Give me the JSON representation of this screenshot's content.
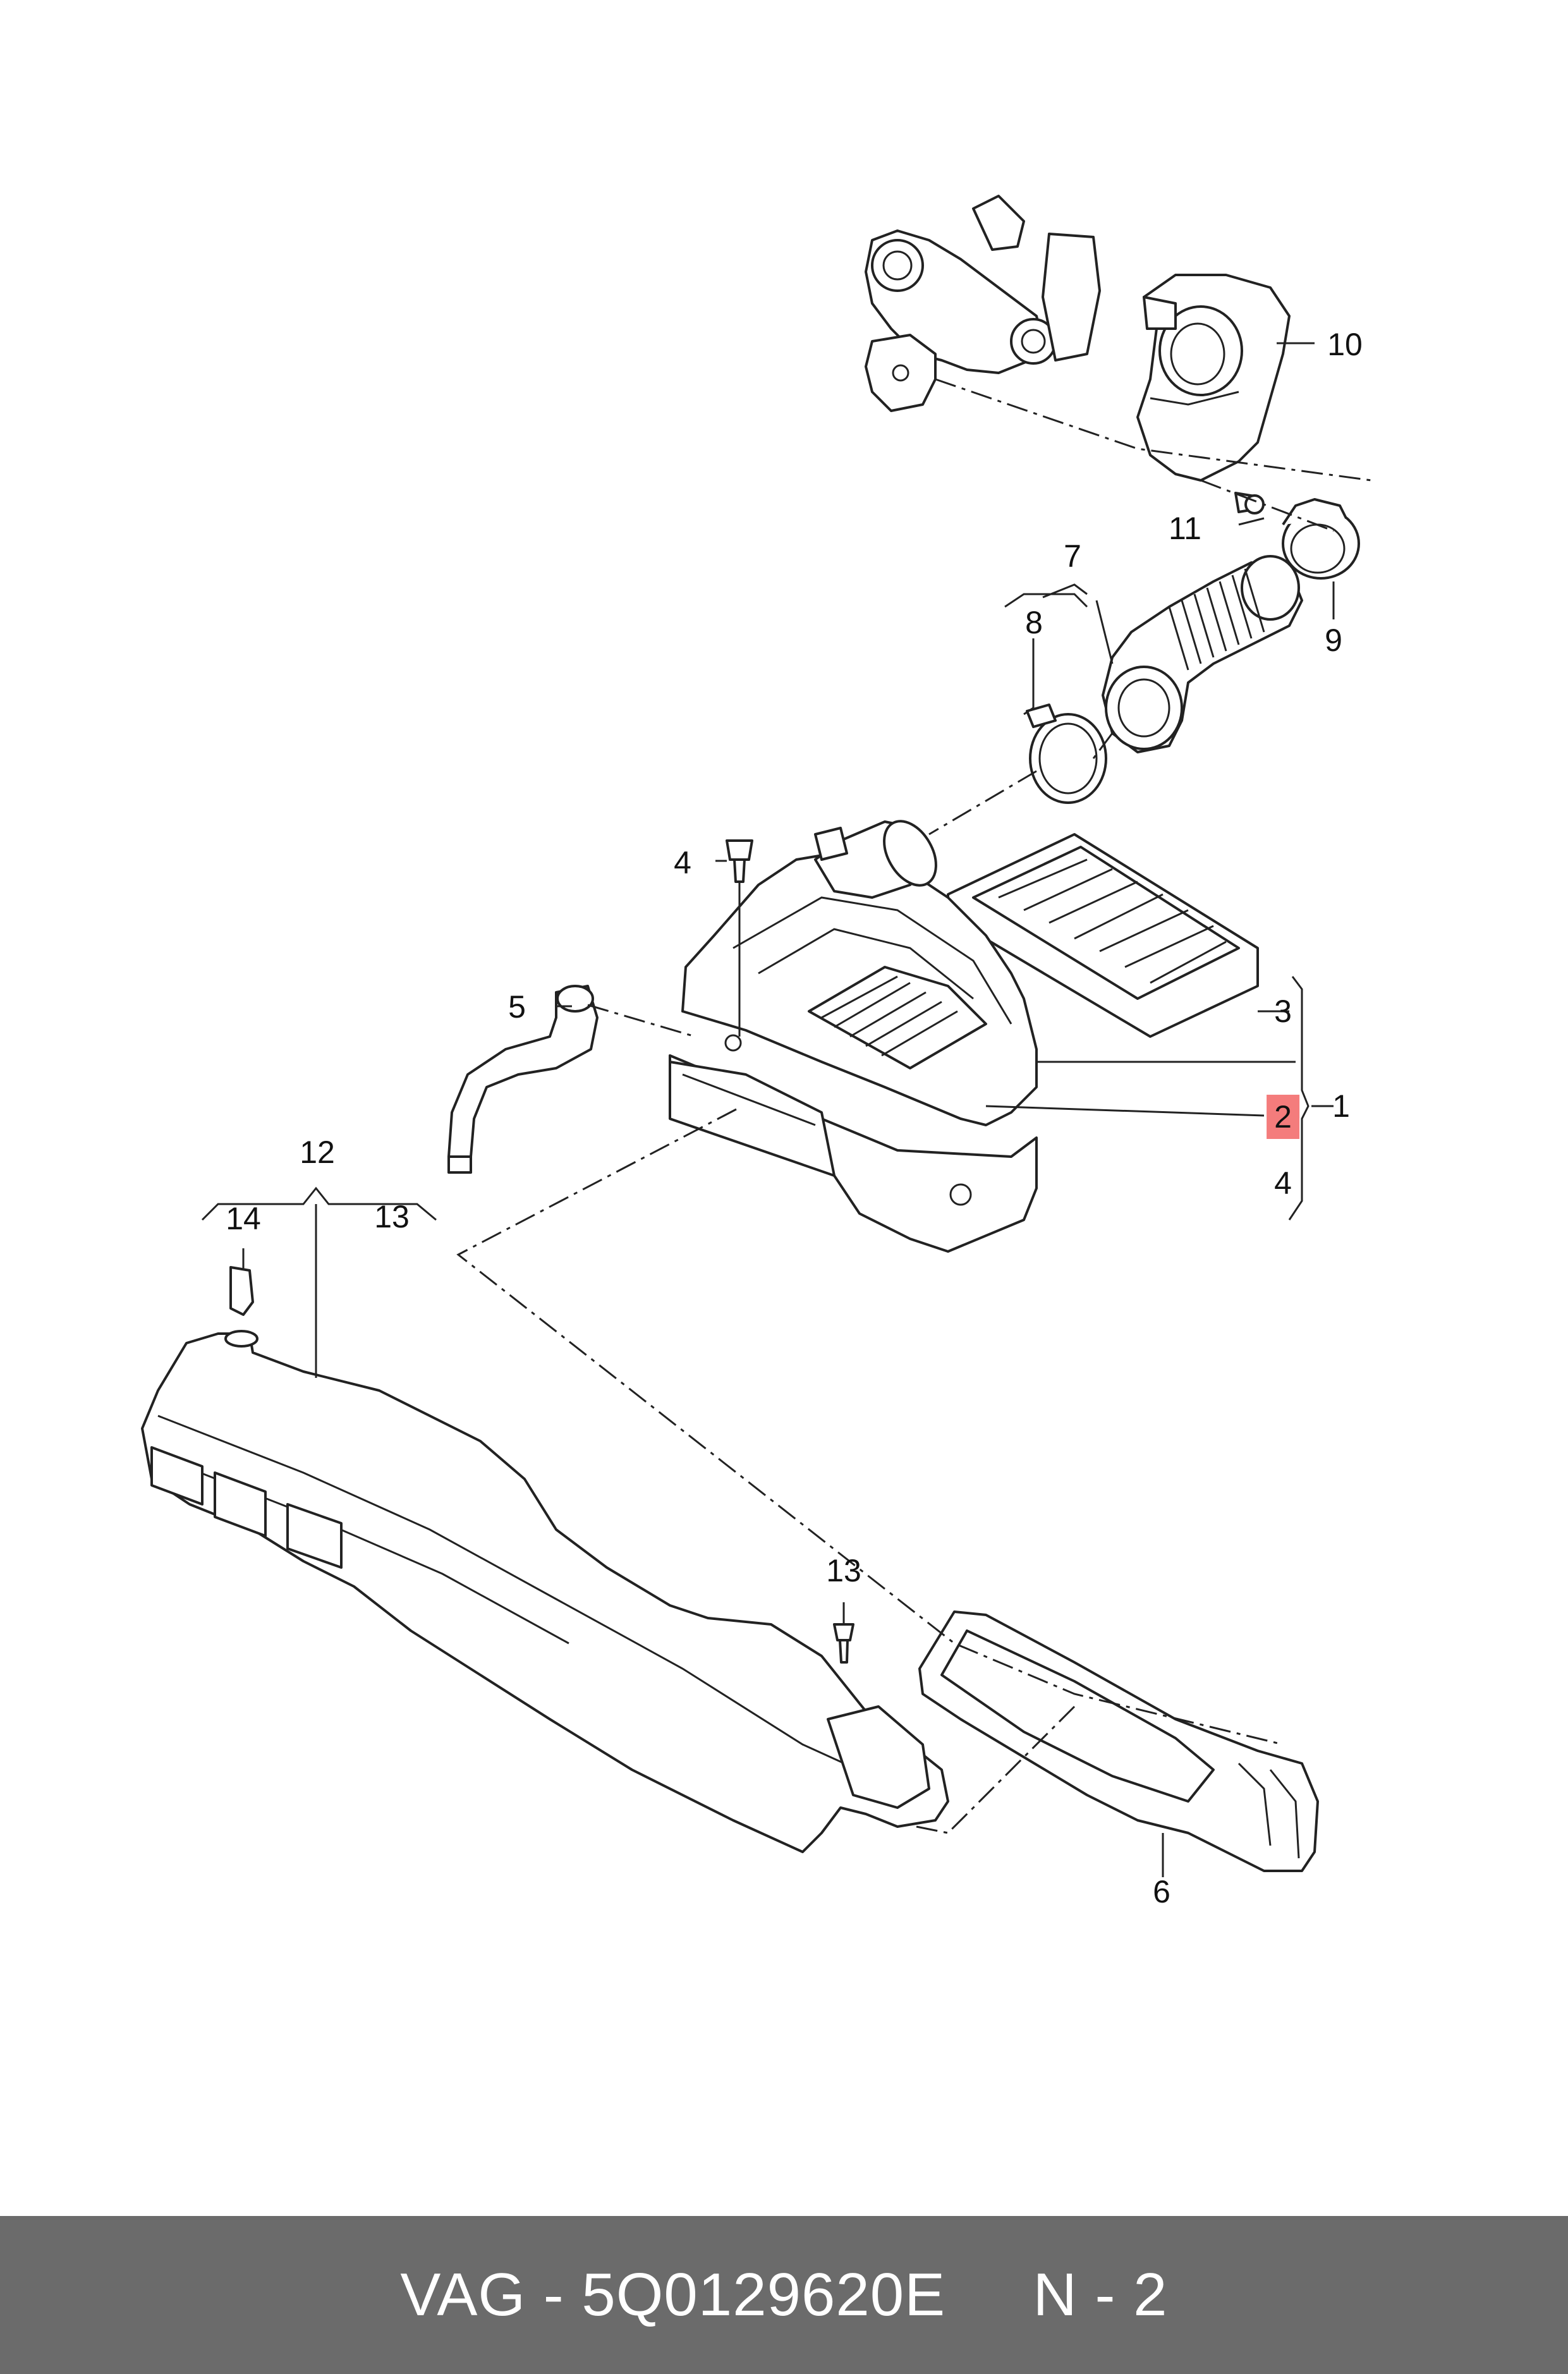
{
  "callouts": {
    "c1": "1",
    "c2": "2",
    "c3": "3",
    "c4a": "4",
    "c4b": "4",
    "c5": "5",
    "c6": "6",
    "c7": "7",
    "c8": "8",
    "c9": "9",
    "c10": "10",
    "c11": "11",
    "c12": "12",
    "c13a": "13",
    "c13b": "13",
    "c14": "14"
  },
  "highlight_color": "#f47c7c",
  "footer": {
    "text": "VAG - 5Q0129620E     N - 2",
    "background": "#6b6b6b"
  }
}
